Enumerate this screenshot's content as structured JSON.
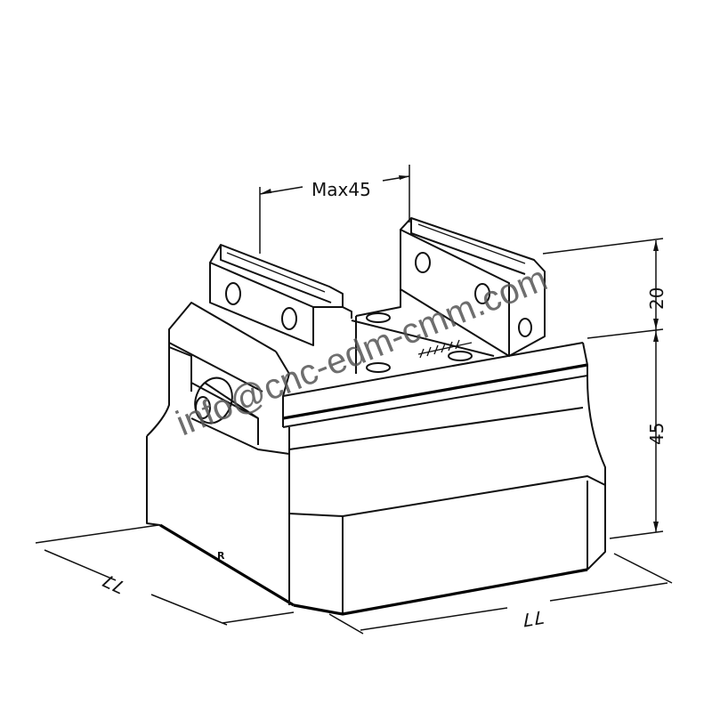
{
  "drawing": {
    "dimensions": {
      "jaw_opening": "Max45",
      "jaw_height": "20",
      "body_height": "45",
      "depth": "77",
      "width": "77"
    },
    "body_mark": "R",
    "watermark": "info@cnc-edm-cmm.com",
    "line_color": "#111111",
    "background": "#ffffff"
  }
}
